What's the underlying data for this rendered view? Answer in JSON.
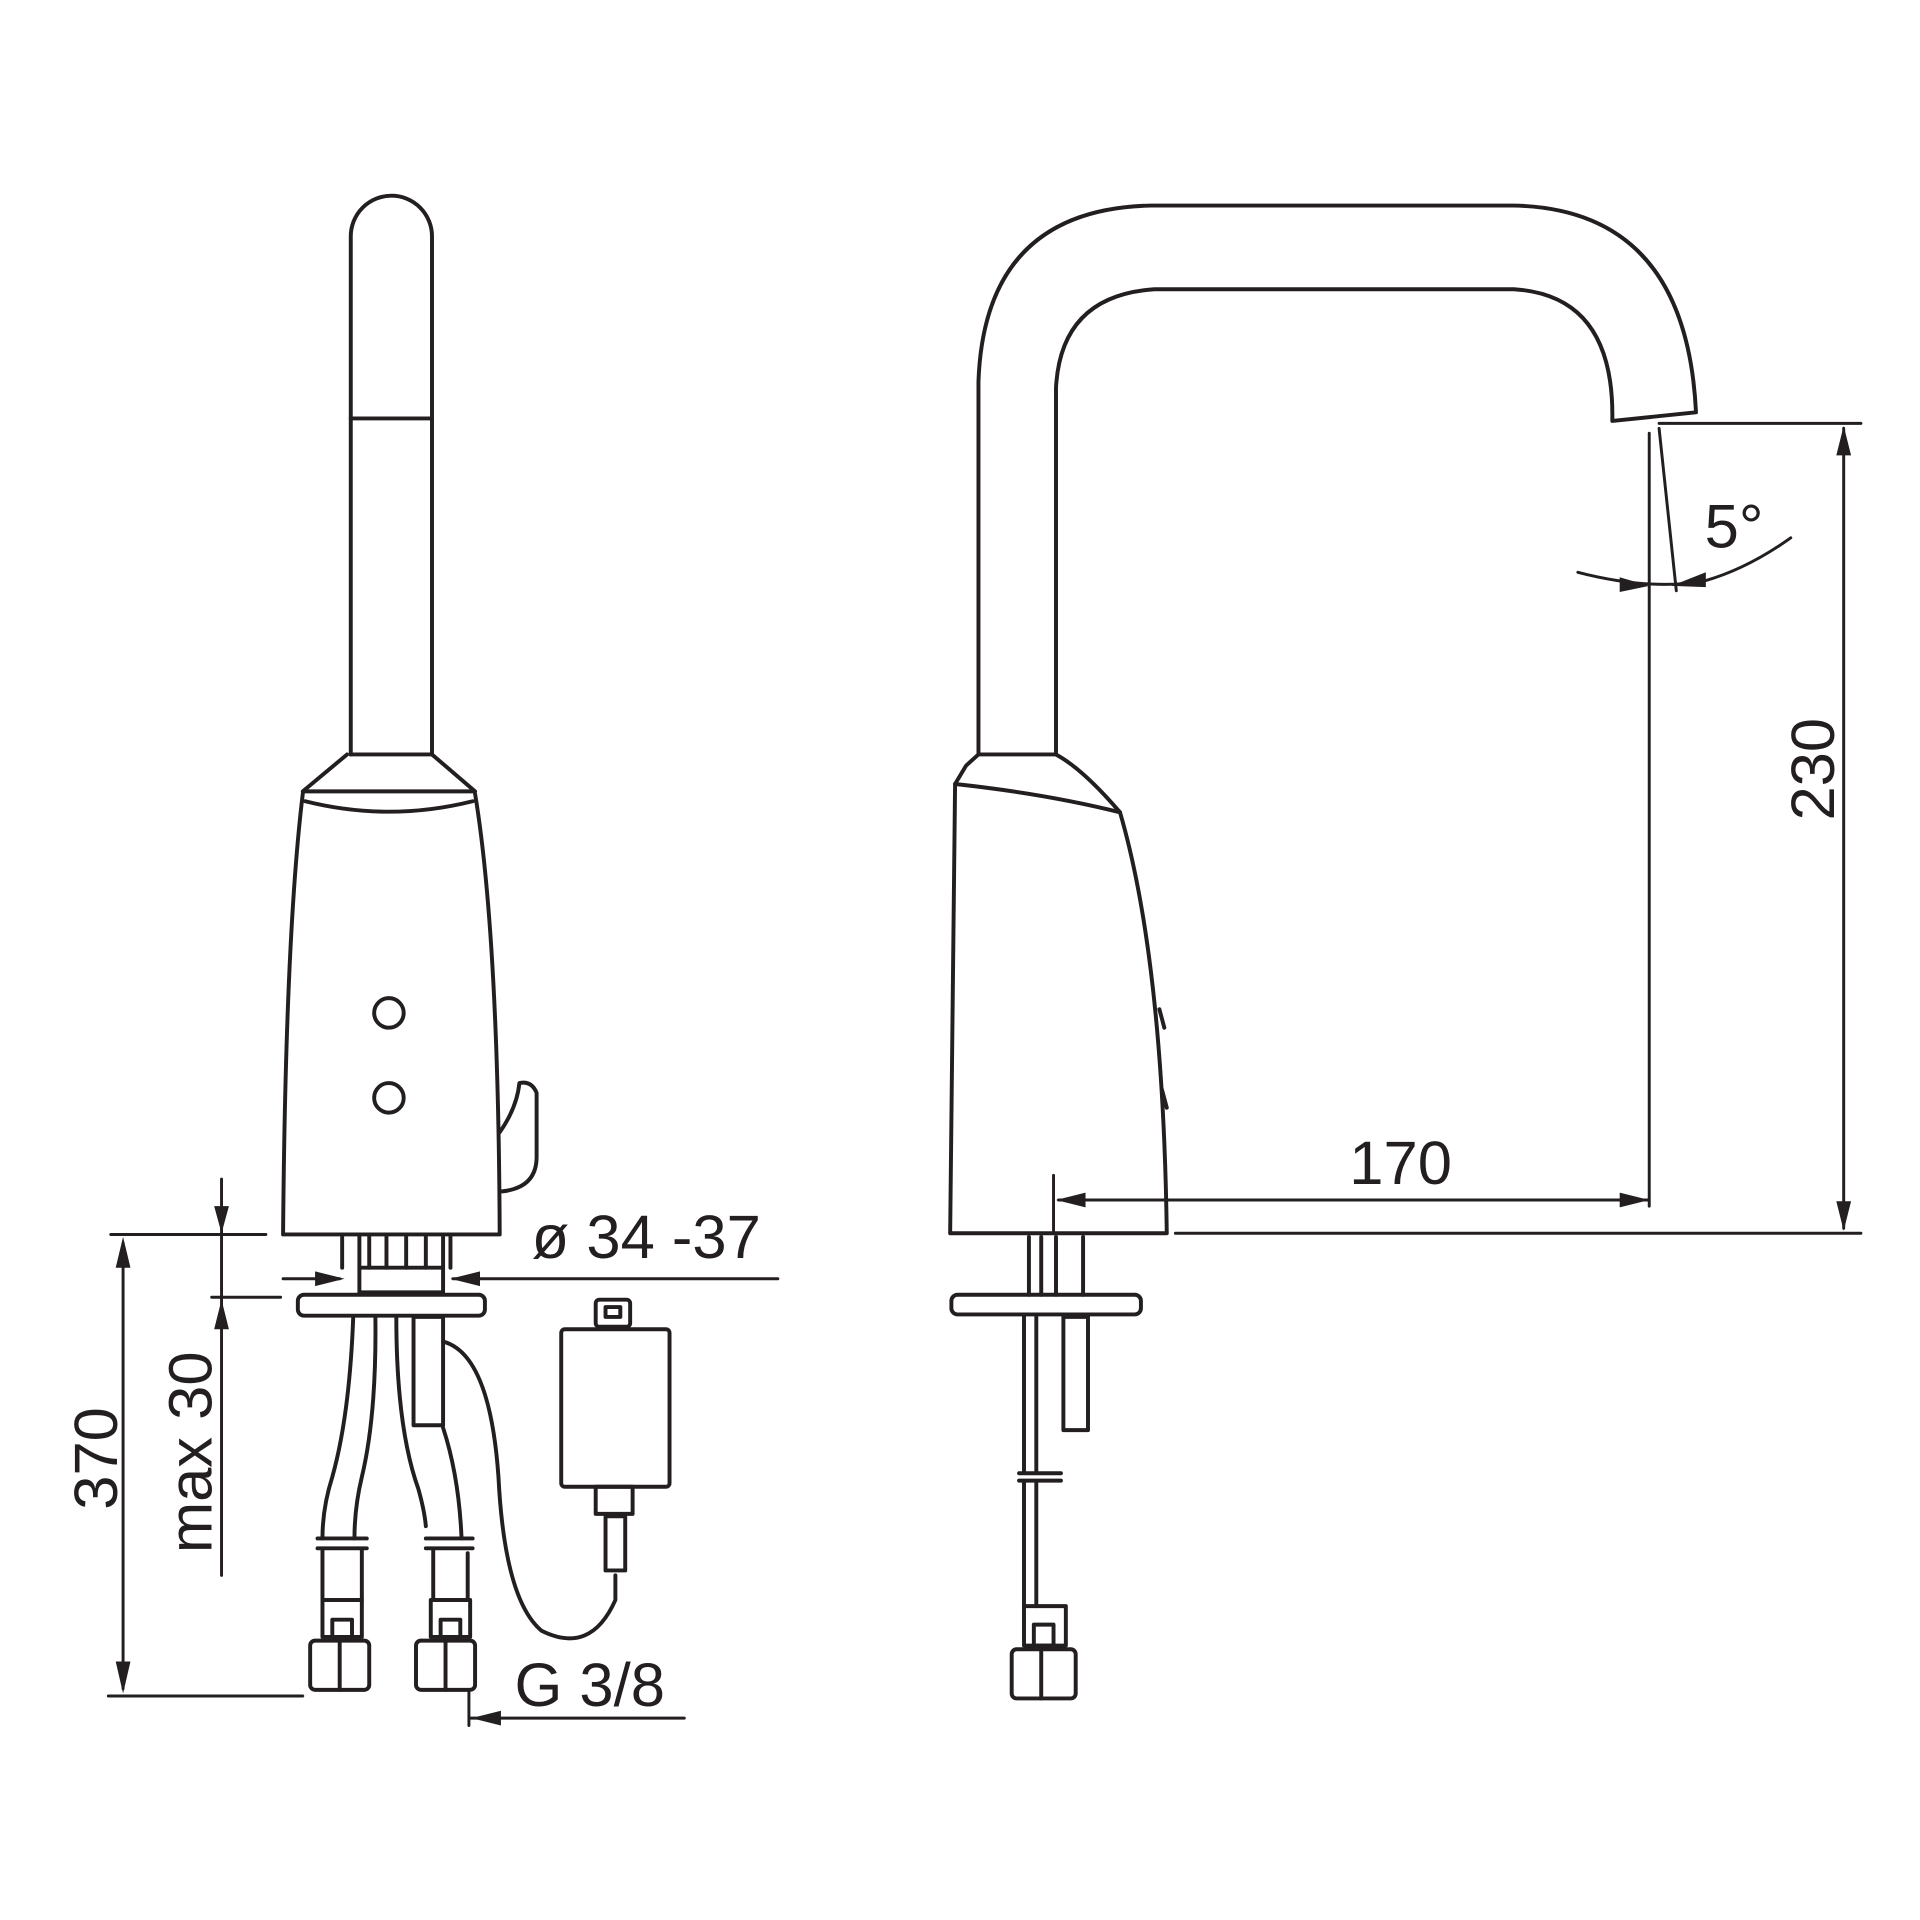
{
  "drawing": {
    "subject": "Electronic basin mixer tap with swivel spout — technical dimension drawing",
    "views": [
      "front view",
      "side view"
    ],
    "line_color": "#231f20",
    "background": "#ffffff"
  },
  "dimensions": {
    "total_height": "370",
    "deck_thickness": "max 30",
    "hole_diameter": "ø 34 -37",
    "connection_thread": "G 3/8",
    "spout_reach": "170",
    "spout_height": "230",
    "spout_angle": "5°"
  }
}
